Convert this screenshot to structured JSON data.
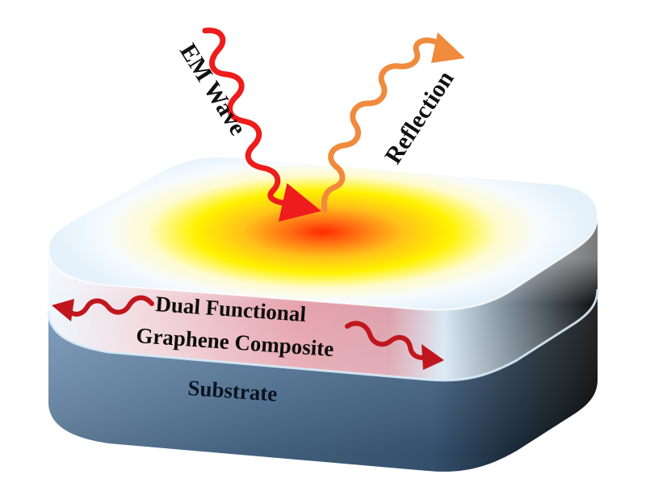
{
  "labels": {
    "incident": "EM Wave",
    "reflected": "Reflection",
    "composite_line1": "Dual Functional",
    "composite_line2": "Graphene Composite",
    "substrate": "Substrate"
  },
  "colors": {
    "incident_wave": "#ee1c1c",
    "reflected_wave": "#f08a3c",
    "lateral_wave": "#c0161d",
    "hotspot_center": "#ff2a00",
    "hotspot_mid": "#ffe400",
    "top_surface_edge": "#ffffff",
    "composite_layer": "#e9a9b1",
    "substrate_layer": "#4f7397",
    "dark_side": "#0b0b0b"
  }
}
